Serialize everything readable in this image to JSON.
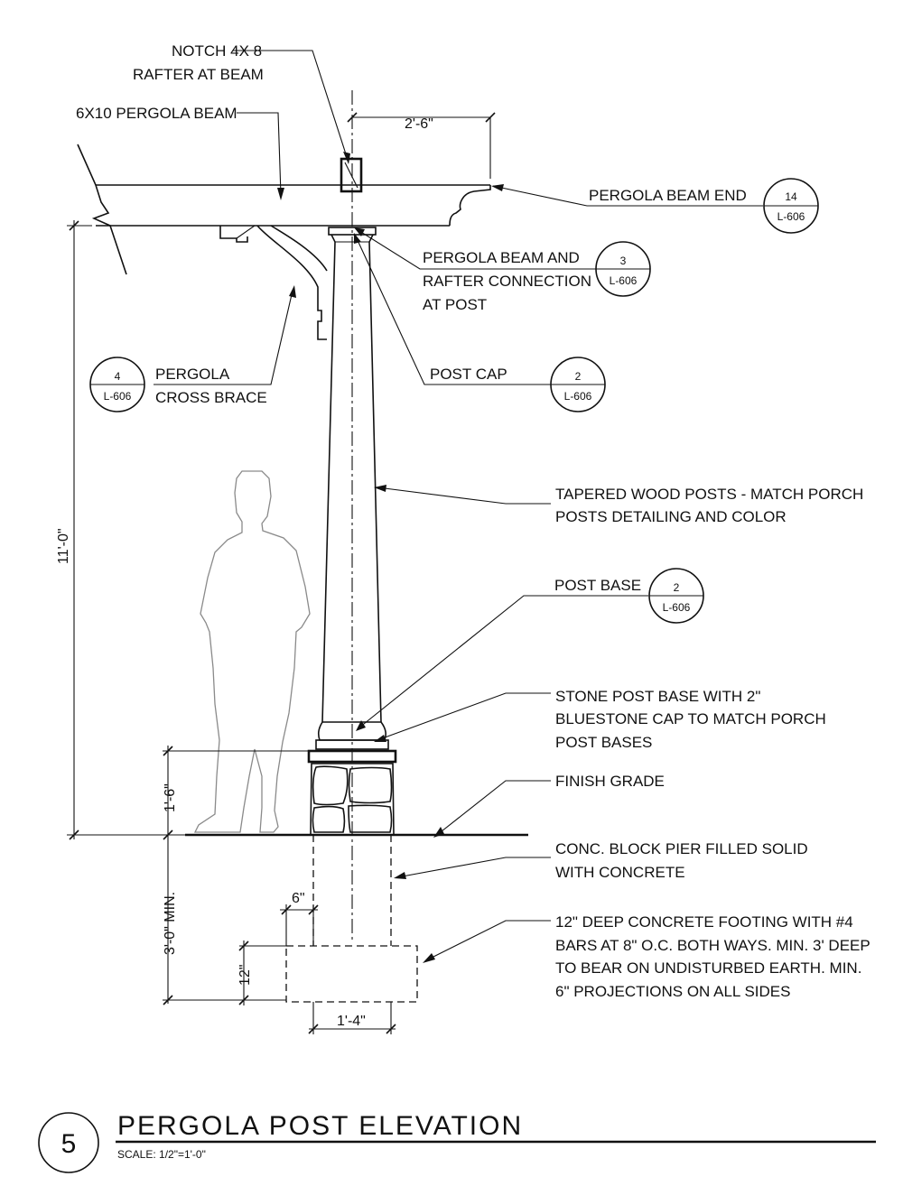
{
  "title": {
    "number": "5",
    "text": "PERGOLA POST ELEVATION",
    "scale": "SCALE:  1/2\"=1'-0\""
  },
  "labels": {
    "notch_line1": "NOTCH 4X 8",
    "notch_line2": "RAFTER AT BEAM",
    "beam": "6X10 PERGOLA BEAM",
    "beam_end": "PERGOLA BEAM END",
    "connection_line1": "PERGOLA BEAM AND",
    "connection_line2": "RAFTER CONNECTION",
    "connection_line3": "AT POST",
    "cross_brace_line1": "PERGOLA",
    "cross_brace_line2": "CROSS BRACE",
    "post_cap": "POST CAP",
    "tapered_line1": "TAPERED WOOD POSTS  - MATCH PORCH",
    "tapered_line2": "POSTS DETAILING AND COLOR",
    "post_base": "POST BASE",
    "stone_line1": "STONE POST BASE WITH 2\"",
    "stone_line2": "BLUESTONE CAP TO MATCH PORCH",
    "stone_line3": "POST BASES",
    "finish_grade": "FINISH GRADE",
    "pier_line1": "CONC. BLOCK PIER FILLED SOLID",
    "pier_line2": "WITH CONCRETE",
    "footing_line1": "12\"  DEEP CONCRETE FOOTING WITH #4",
    "footing_line2": "BARS AT 8\" O.C. BOTH WAYS. MIN. 3' DEEP",
    "footing_line3": "TO BEAR ON UNDISTURBED EARTH. MIN.",
    "footing_line4": "6\" PROJECTIONS ON ALL SIDES"
  },
  "dimensions": {
    "overhang": "2'-6\"",
    "overall_height": "11'-0\"",
    "base_height": "1'-6\"",
    "pier_depth": "3'-0\" MIN.",
    "footing_depth": "12\"",
    "projection": "6\"",
    "footing_width": "1'-4\""
  },
  "detail_tags": {
    "beam_end": {
      "number": "14",
      "sheet": "L-606"
    },
    "connection": {
      "number": "3",
      "sheet": "L-606"
    },
    "cross_brace": {
      "number": "4",
      "sheet": "L-606"
    },
    "post_cap": {
      "number": "2",
      "sheet": "L-606"
    },
    "post_base": {
      "number": "2",
      "sheet": "L-606"
    }
  }
}
